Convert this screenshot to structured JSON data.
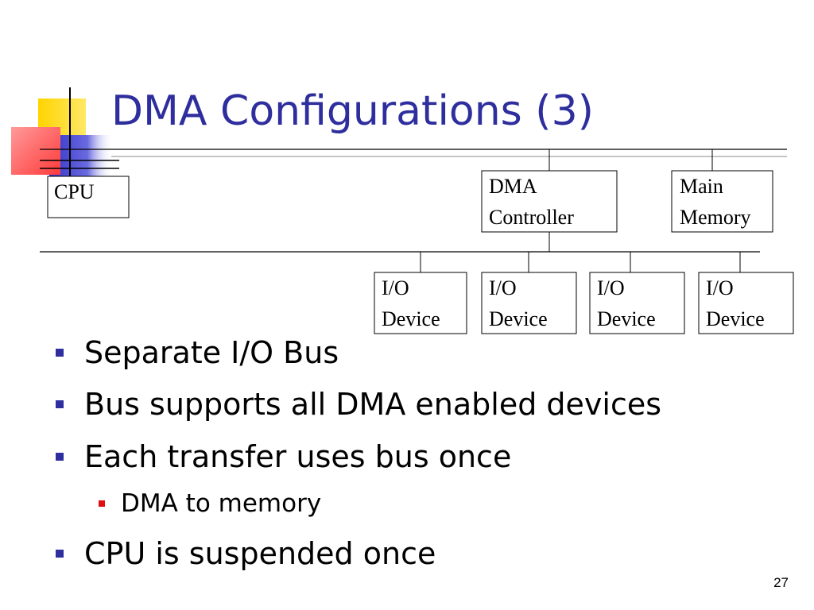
{
  "slide": {
    "title": "DMA Configurations (3)",
    "page_number": "27"
  },
  "diagram": {
    "cpu": {
      "label": "CPU"
    },
    "dma_controller": {
      "line1": "DMA",
      "line2": "Controller"
    },
    "main_memory": {
      "line1": "Main",
      "line2": "Memory"
    },
    "io_devices": [
      {
        "line1": "I/O",
        "line2": "Device"
      },
      {
        "line1": "I/O",
        "line2": "Device"
      },
      {
        "line1": "I/O",
        "line2": "Device"
      },
      {
        "line1": "I/O",
        "line2": "Device"
      }
    ]
  },
  "bullets": [
    {
      "text": "Separate I/O Bus"
    },
    {
      "text": "Bus supports all DMA enabled devices"
    },
    {
      "text": "Each transfer uses bus once"
    },
    {
      "text": "DMA to memory"
    },
    {
      "text": "CPU is suspended once"
    }
  ],
  "colors": {
    "title": "#2e2e9e",
    "bullet_primary": "#2e2e9e",
    "bullet_secondary": "#e01010",
    "deco_yellow": "#ffd400",
    "deco_red": "#ff3b3b",
    "deco_blue": "#3434c8"
  }
}
